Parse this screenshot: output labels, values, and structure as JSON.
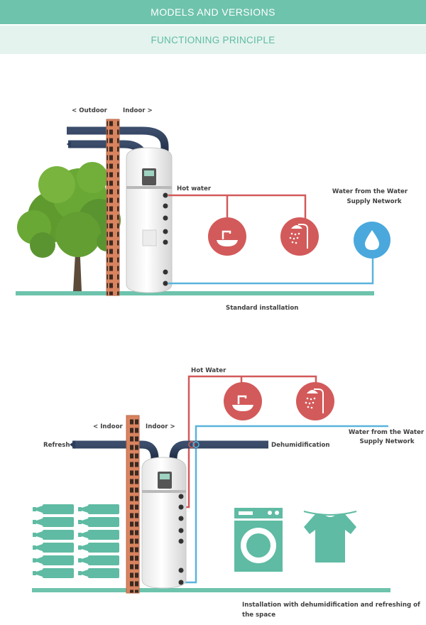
{
  "header": {
    "models_and_versions": "MODELS AND VERSIONS",
    "functioning_principle": "FUNCTIONING PRINCIPLE"
  },
  "diagram1": {
    "outdoor_label": "< Outdoor",
    "indoor_label": "Indoor >",
    "hot_water_label": "Hot water",
    "water_supply_line1": "Water from the Water",
    "water_supply_line2": "Supply Network",
    "caption": "Standard installation"
  },
  "diagram2": {
    "indoor_left_label": "< Indoor",
    "indoor_right_label": "Indoor >",
    "hot_water_label": "Hot Water",
    "refresh_label": "Refresh",
    "dehumidification_label": "Dehumidification",
    "water_supply_line1": "Water from the Water",
    "water_supply_line2": "Supply Network",
    "caption_line1": "Installation with dehumidification and refreshing of",
    "caption_line2": "the space"
  },
  "colors": {
    "teal": "#6ec3ac",
    "hot_pipe": "#d35a5a",
    "cold_pipe": "#5ab4dc",
    "duct": "#2d3e5a",
    "brick": "#d9835f"
  }
}
